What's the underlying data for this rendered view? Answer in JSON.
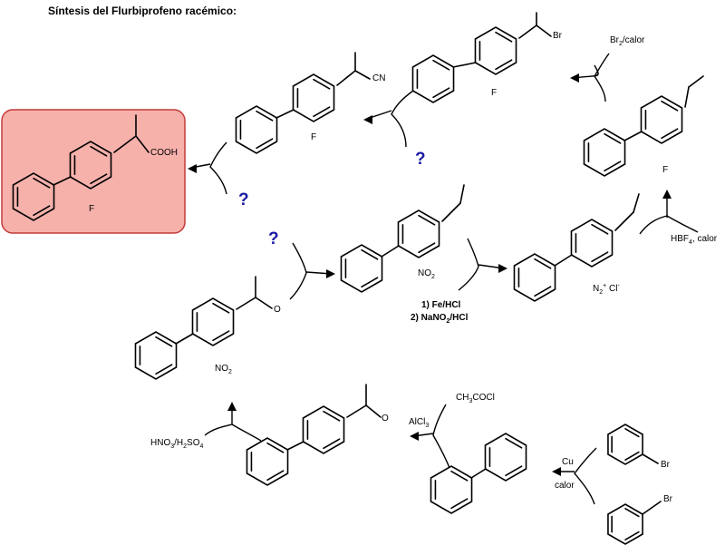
{
  "title": "Síntesis del Flurbiprofeno racémico:",
  "atoms": {
    "br": "Br",
    "cn": "CN",
    "f": "F",
    "cooh": "COOH",
    "o": "O",
    "no": "NO",
    "two": "2",
    "n": "N",
    "plus": "+",
    "cl": "Cl",
    "minus": "-"
  },
  "reagents": {
    "br2_a": "Br",
    "br2_b": "2",
    "br2_c": "/calor",
    "hbf4_a": "HBF",
    "hbf4_b": "4",
    "hbf4_c": ", calor",
    "step1": "1) Fe/HCl",
    "step2_a": "2) NaNO",
    "step2_b": "2",
    "step2_c": "/HCl",
    "hno3_a": "HNO",
    "hno3_b": "3",
    "hno3_c": "/H",
    "hno3_d": "2",
    "hno3_e": "SO",
    "hno3_f": "4",
    "acyl_a": "CH",
    "acyl_b": "3",
    "acyl_c": "COCl",
    "alcl3_a": "AlCl",
    "alcl3_b": "3",
    "cu": "Cu",
    "calor": "calor"
  },
  "unknown_mark": "?",
  "highlight_color": "#f6b1ab",
  "highlight_border": "#c43a3a",
  "unknown_color": "#1a1aa6"
}
